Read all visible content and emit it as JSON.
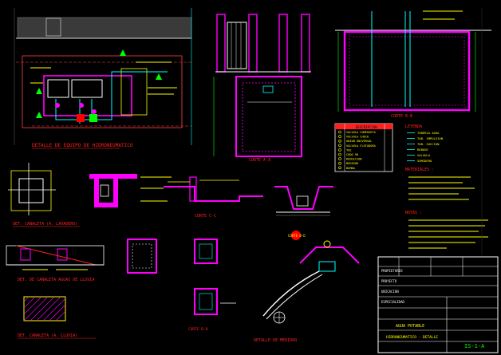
{
  "drawing": {
    "title_detalle_grupo": "DETALLE DE EQUIPO DE HIDRONEUMATICO",
    "title_corte_aa": "CORTE A-A",
    "title_corte_bb": "CORTE B-B",
    "title_corte_cc": "CORTE C-C",
    "title_corte_dd": "CORTE D-D",
    "title_canaleta_1": "DET. CANALETA (A. LAVADERO)",
    "title_canaleta_2": "DET. DE CANALETA AGUAS DE LLUVIA",
    "title_canaleta_3": "DET. CANALETA (A. LLUVIA)",
    "title_detalle_medidor": "DETALLE DE MEDIDOR",
    "title_corte_small": "CORTE B-B",
    "legend_header": "DESCRIPCION",
    "leyenda_title": "LEYENDA",
    "materiales_title": "MATERIALES :",
    "notas_title": "NOTAS :"
  },
  "legend_rows": [
    "VALVULA COMPUERTA",
    "VALVULA CHECK",
    "UNION UNIVERSAL",
    "VALVULA FLOTADORA",
    "TEE",
    "CODO 90",
    "REDUCCION",
    "MEDIDOR",
    "BOMBA"
  ],
  "leyenda_items": [
    "TUBERIA AGUA",
    "TUB. IMPULSION",
    "TUB. SUCCION",
    "REBOSE",
    "VALVULA",
    "SUMIDERO"
  ],
  "title_block": {
    "project": "AGUA POTABLE",
    "sheet_title": "HIDRONEUMATICO - DETALLE",
    "plate": "IS-1-A",
    "rows": [
      "PROPIETARIO",
      "PROYECTO",
      "UBICACION",
      "ESPECIALIDAD"
    ]
  },
  "colors": {
    "background": "#000000",
    "wall": "#ff00ff",
    "pipe": "#00ffff",
    "structure": "#ffffff",
    "annotation": "#ffff00",
    "title_red": "#ff2020",
    "dim_green": "#00ff00",
    "dim_blue": "#4060ff"
  }
}
